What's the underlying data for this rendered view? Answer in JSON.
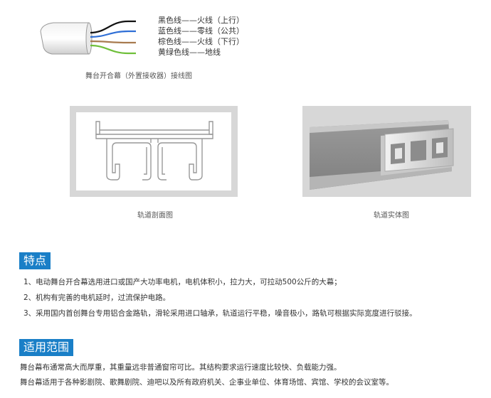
{
  "wiring": {
    "labels": [
      "黑色线——火线（上行）",
      "蓝色线——零线（公共）",
      "棕色线——火线（下行）",
      "黄绿色线——地线"
    ],
    "wire_colors": [
      "#111111",
      "#2f6fd6",
      "#a87b4f",
      "#6fbf3a"
    ],
    "caption": "舞台开合幕（外置接收器）接线图"
  },
  "rail": {
    "profile_caption": "轨道剖面图",
    "photo_caption": "轨道实体图"
  },
  "features": {
    "title": "特点",
    "items": [
      "1、电动舞台开合幕选用进口或国产大功率电机，电机体积小，拉力大，可拉动500公斤的大幕；",
      "2、机构有完善的电机延时，过流保护电路。",
      "3、采用国内首创舞台专用铝合金路轨，滑轮采用进口轴承，轨道运行平稳，噪音极小，路轨可根据实际宽度进行驳接。"
    ]
  },
  "scope": {
    "title": "适用范围",
    "paragraphs": [
      "舞台幕布通常高大而厚重，其重量远非普通窗帘可比。其结构要求运行速度比较快、负载能力强。",
      "舞台幕适用于各种影剧院、歌舞剧院、迪吧以及所有政府机关、企事业单位、体育场馆、宾馆、学校的会议室等。"
    ]
  },
  "accent_color": "#1a7fc7"
}
